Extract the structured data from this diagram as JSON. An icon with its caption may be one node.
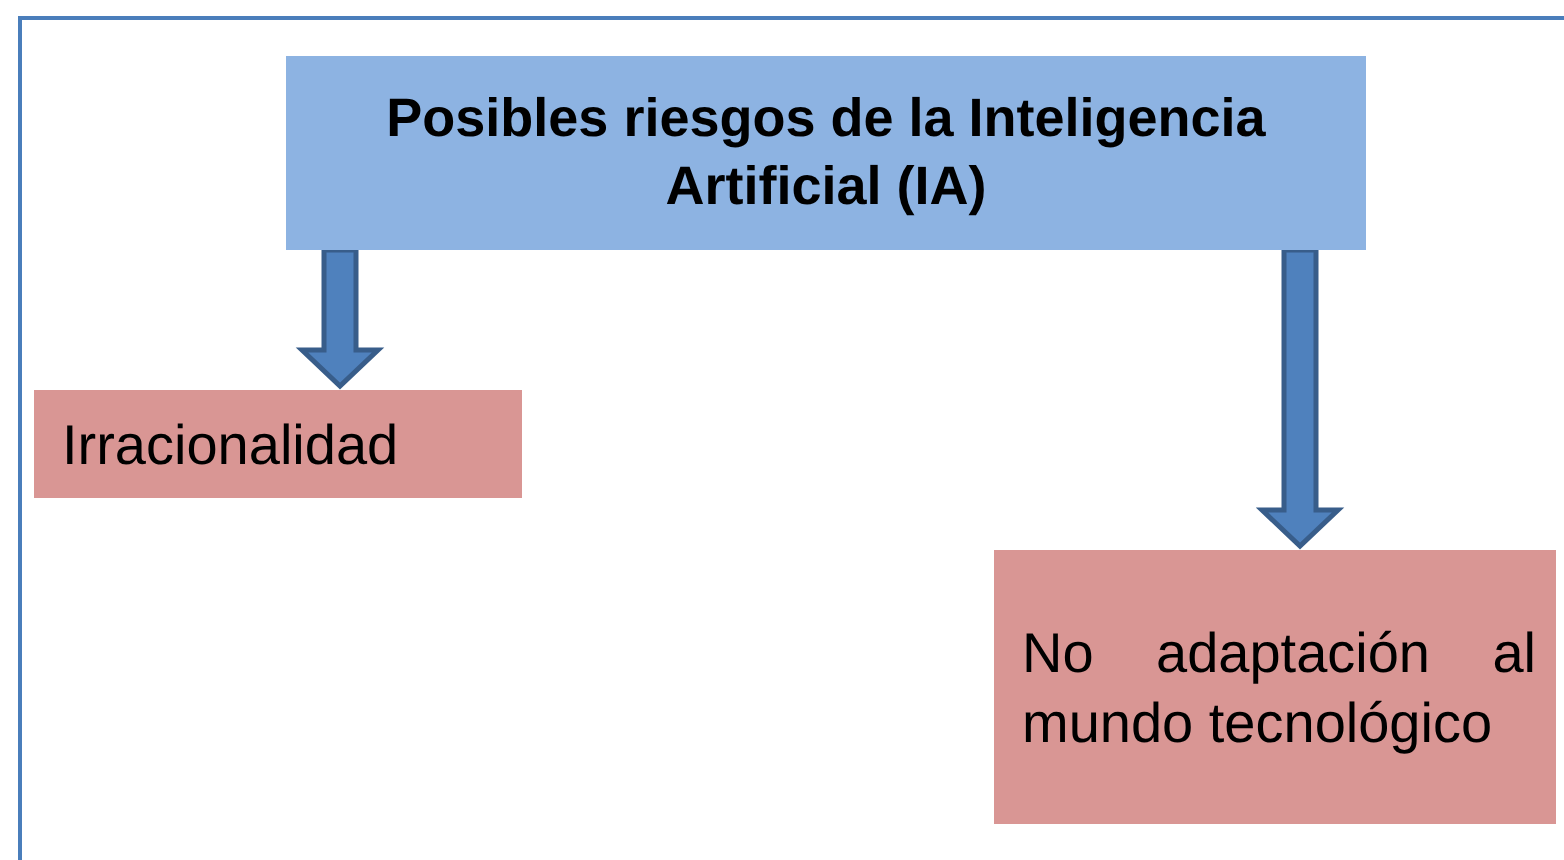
{
  "diagram": {
    "nodes": [
      {
        "text": [
          "Posibles riesgos de la Inteligencia Artificial (IA)"
        ]
      },
      {
        "text": [
          "Irracionalidad"
        ]
      },
      {
        "text": [
          "No adaptación al mundo tecnológico"
        ]
      }
    ],
    "edges": [
      {
        "from": 0,
        "to": 1,
        "arrow": "to",
        "style": "thick"
      },
      {
        "from": 0,
        "to": 2,
        "arrow": "to",
        "style": "thick"
      }
    ]
  }
}
